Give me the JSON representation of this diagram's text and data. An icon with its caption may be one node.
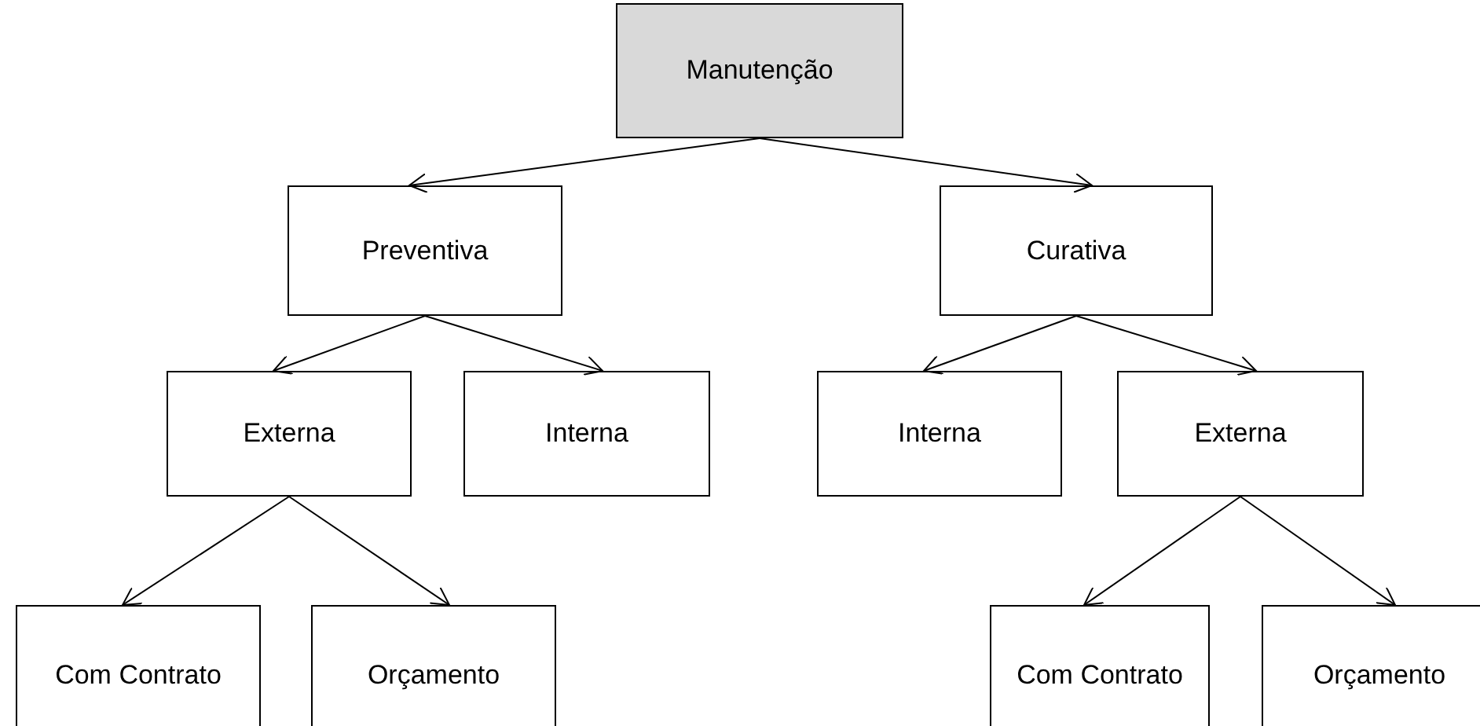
{
  "diagram": {
    "nodes": [
      {
        "text": [
          "Manutenção"
        ]
      },
      {
        "text": [
          "Preventiva"
        ]
      },
      {
        "text": [
          "Curativa"
        ]
      },
      {
        "text": [
          "Externa"
        ]
      },
      {
        "text": [
          "Interna"
        ]
      },
      {
        "text": [
          "Interna"
        ]
      },
      {
        "text": [
          "Externa"
        ]
      },
      {
        "text": [
          "Com Contrato"
        ]
      },
      {
        "text": [
          "Orçamento"
        ]
      },
      {
        "text": [
          "Com Contrato"
        ]
      },
      {
        "text": [
          "Orçamento"
        ]
      }
    ],
    "edges": [
      {
        "from": 0,
        "to": 1,
        "arrow": "to"
      },
      {
        "from": 0,
        "to": 2,
        "arrow": "to"
      },
      {
        "from": 1,
        "to": 3,
        "arrow": "to"
      },
      {
        "from": 1,
        "to": 4,
        "arrow": "to"
      },
      {
        "from": 2,
        "to": 5,
        "arrow": "to"
      },
      {
        "from": 2,
        "to": 6,
        "arrow": "to"
      },
      {
        "from": 3,
        "to": 7,
        "arrow": "to"
      },
      {
        "from": 3,
        "to": 8,
        "arrow": "to"
      },
      {
        "from": 6,
        "to": 9,
        "arrow": "to"
      },
      {
        "from": 6,
        "to": 10,
        "arrow": "to"
      }
    ]
  }
}
